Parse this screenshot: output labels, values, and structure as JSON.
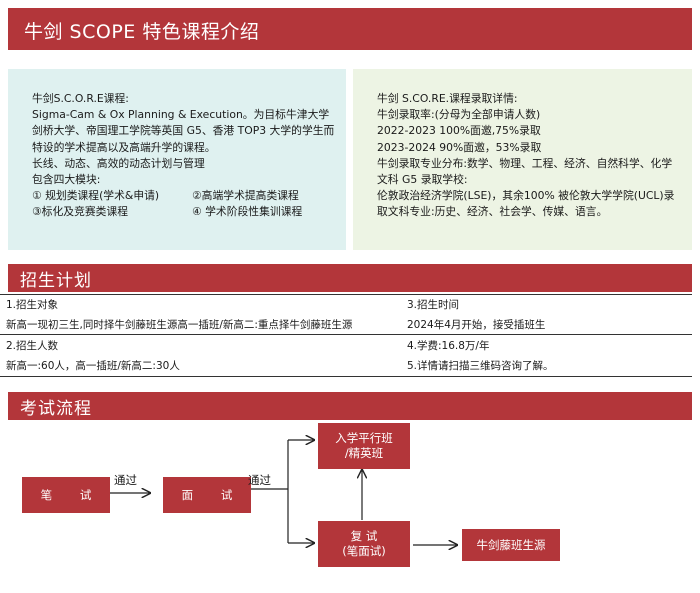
{
  "header": {
    "title": "牛剑 SCOPE 特色课程介绍"
  },
  "intro": {
    "lines": [
      "牛剑S.C.O.R.E课程:",
      "Sigma-Cam & Ox Planning & Execution。为目标牛津大学剑桥大学、帝国理工学院等英国 G5、香港 TOP3 大学的学生而特设的学术提高以及高端升学的课程。",
      "长线、动态、高效的动态计划与管理",
      "包含四大模块:"
    ],
    "modules": [
      "① 规划类课程(学术&申请)",
      "②高端学术提高类课程",
      "③标化及竞赛类课程",
      "④ 学术阶段性集训课程"
    ]
  },
  "admission": {
    "lines": [
      "牛剑 S.CO.RE.课程录取详情:",
      "牛剑录取率:(分母为全部申请人数)",
      "2022-2023 100%面邀,75%录取",
      "2023-2024 90%面邀，53%录取",
      "牛剑录取专业分布:数学、物理、工程、经济、自然科学、化学文科 G5 录取学校:",
      "伦敦政治经济学院(LSE)，其余100% 被伦敦大学学院(UCL)录取文科专业:历史、经济、社会学、传媒、语言。"
    ]
  },
  "enrollment": {
    "heading": "招生计划",
    "rows": [
      [
        "1.招生对象",
        "3.招生时间"
      ],
      [
        "新高一现初三生,同时择牛剑藤班生源高一插班/新高二:重点择牛剑藤班生源",
        "2024年4月开始，接受插班生"
      ],
      [
        "2.招生人数",
        "4.学费:16.8万/年"
      ],
      [
        "新高一:60人，高一插班/新高二:30人",
        "5.详情请扫描三维码咨询了解。"
      ]
    ]
  },
  "exam": {
    "heading": "考试流程",
    "written": "笔 试",
    "interview": "面 试",
    "pass_label_1": "通过",
    "pass_label_2": "通过",
    "class_line1": "入学平行班",
    "class_line2": "/精英班",
    "retest_line1": "复 试",
    "retest_line2": "(笔面试)",
    "pool": "牛剑藤班生源"
  },
  "colors": {
    "brand_red": "#b3363a",
    "left_panel": "#dff1f0",
    "right_panel": "#edf4e4"
  }
}
